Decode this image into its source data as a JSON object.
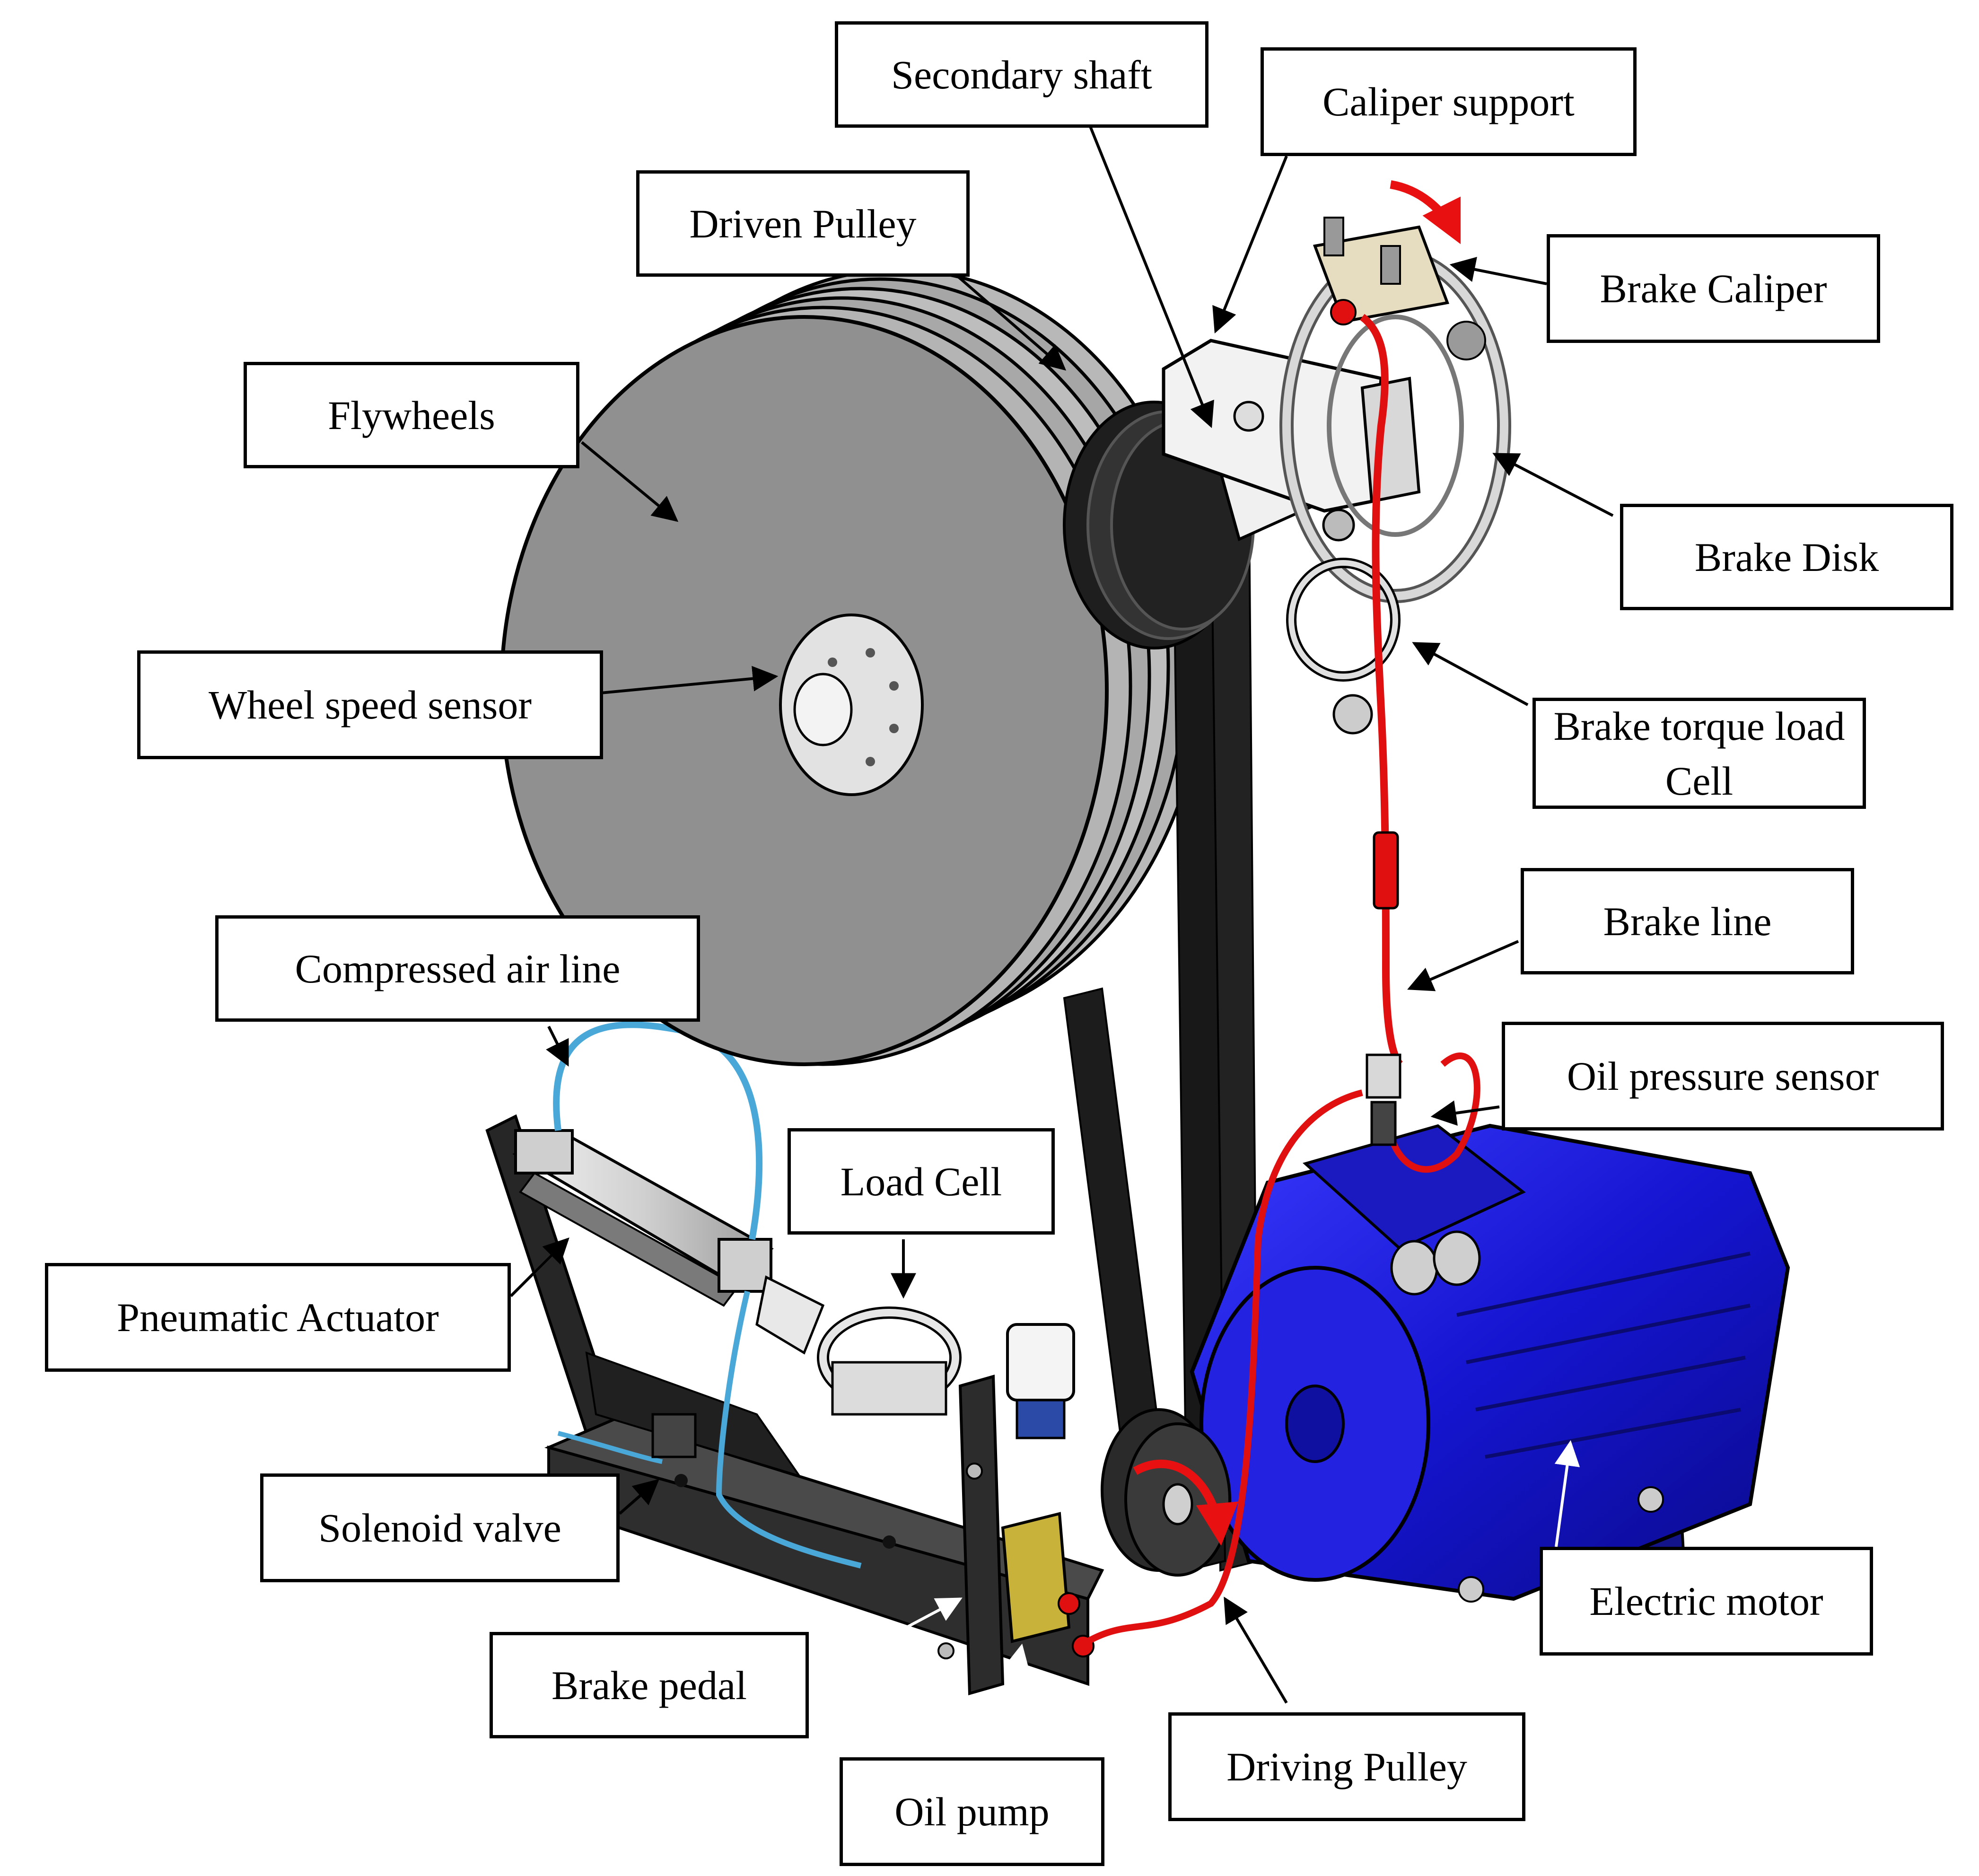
{
  "labels": {
    "secondary_shaft": "Secondary shaft",
    "caliper_support": "Caliper support",
    "driven_pulley": "Driven Pulley",
    "brake_caliper": "Brake Caliper",
    "flywheels": "Flywheels",
    "brake_disk": "Brake Disk",
    "wheel_speed_sensor": "Wheel speed sensor",
    "brake_torque_load_cell": "Brake torque load Cell",
    "brake_line": "Brake line",
    "compressed_air_line": "Compressed air line",
    "oil_pressure_sensor": "Oil pressure sensor",
    "load_cell": "Load Cell",
    "pneumatic_actuator": "Pneumatic Actuator",
    "solenoid_valve": "Solenoid valve",
    "electric_motor": "Electric motor",
    "brake_pedal": "Brake pedal",
    "driving_pulley": "Driving Pulley",
    "oil_pump": "Oil pump"
  },
  "colors": {
    "motor": "#1a1ad6",
    "brake_line": "#e01010",
    "air_line": "#4aa8d8",
    "flywheel": "#8c8c8c",
    "belt": "#1c1c1c",
    "frame": "#262626",
    "rotation_arrow": "#e81010"
  }
}
